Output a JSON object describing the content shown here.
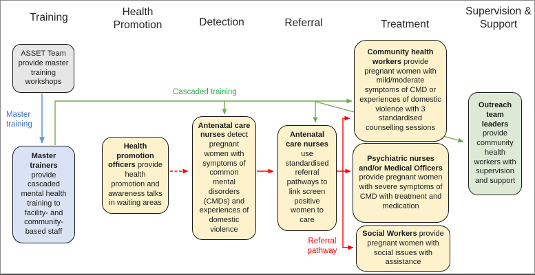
{
  "header": {
    "columns": [
      "Training",
      "Health Promotion",
      "Detection",
      "Referral",
      "Treatment",
      "Supervision & Support"
    ]
  },
  "boxes": {
    "asset": {
      "title": "",
      "body": "ASSET Team provide master training workshops"
    },
    "master_trainers": {
      "title": "Master trainers",
      "body": " provide cascaded mental health training to facility- and community-based staff"
    },
    "health_promotion_officers": {
      "title": "Health promotion officers",
      "body": " provide health promotion and awareness talks in waiting areas"
    },
    "antenatal_detect": {
      "title": "Antenatal care nurses",
      "body": " detect pregnant women with symptoms of common mental disorders (CMDs) and experiences of domestic violence"
    },
    "antenatal_refer": {
      "title": "Antenatal care nurses",
      "body": " use standardised referral pathways to link screen positive women to care"
    },
    "community_health_workers": {
      "title": "Community health workers",
      "body": " provide pregnant women with mild/moderate symptoms of CMD or experiences of domestic violence with 3 standardised counselling sessions"
    },
    "psychiatric_nurses": {
      "title": "Psychiatric nurses and/or Medical Officers",
      "body": " provide pregnant women with severe symptoms of CMD with treatment and medication"
    },
    "social_workers": {
      "title": "Social Workers",
      "body": " provide pregnant women with social issues with assistance"
    },
    "outreach_team_leaders": {
      "title": "Outreach team leaders",
      "body": " provide community health workers with supervision and support"
    }
  },
  "arrow_labels": {
    "master_training": "Master training",
    "cascaded_training": "Cascaded training",
    "referral_pathway": "Referral pathway"
  },
  "colors": {
    "box_yellow": "#fdf2cc",
    "box_gray": "#e7e6e6",
    "box_blue": "#dae3f3",
    "box_green": "#dcead5",
    "arrow_green": "#70ad47",
    "arrow_blue": "#5b9bd5",
    "arrow_red": "#ff0000",
    "label_blue": "#4472c4",
    "label_green": "#2eb050",
    "label_red": "#ff0000"
  }
}
